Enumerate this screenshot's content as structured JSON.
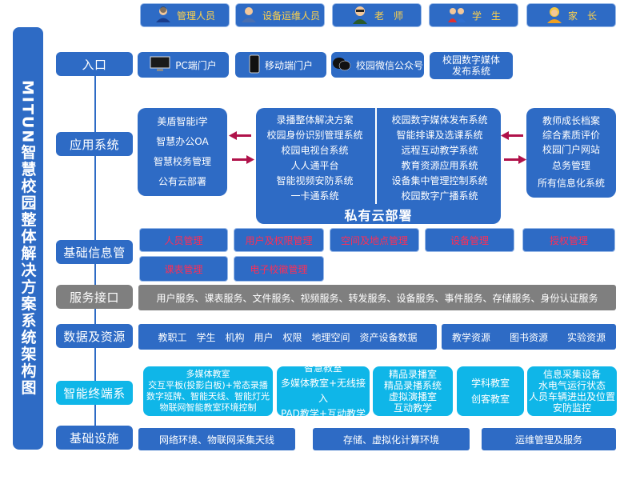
{
  "title": "MITUN智慧校园整体解决方案系统架构图",
  "roles": [
    "管理人员",
    "设备运维人员",
    "老　师",
    "学　生",
    "家　长"
  ],
  "rows": {
    "entry": "入口",
    "app": "应用系统",
    "basic": "基础信息管",
    "service": "服务接口",
    "data": "数据及资源",
    "terminal": "智能终端系",
    "infra": "基础设施"
  },
  "entry_items": [
    "PC端门户",
    "移动端门户",
    "校园微信公众号",
    "校园数字媒体\n发布系统"
  ],
  "app_left": [
    "美盾智能i学",
    "智慧办公OA",
    "智慧校务管理",
    "公有云部署"
  ],
  "app_mid_left": [
    "录播整体解决方案",
    "校园身份识别管理系统",
    "校园电视台系统",
    "人人通平台",
    "智能视频安防系统",
    "一卡通系统"
  ],
  "app_mid_right": [
    "校园数字媒体发布系统",
    "智能排课及选课系统",
    "远程互动教学系统",
    "教育资源应用系统",
    "设备集中管理控制系统",
    "校园数字广播系统"
  ],
  "private_cloud": "私有云部署",
  "app_right": [
    "教师成长档案",
    "综合素质评价",
    "校园门户网站",
    "总务管理",
    "所有信息化系统"
  ],
  "basic_items": [
    "人员管理",
    "用户及权限管理",
    "空间及地点管理",
    "设备管理",
    "授权管理",
    "课表管理",
    "电子校徽管理"
  ],
  "service_text": "用户服务、课表服务、文件服务、视频服务、转发服务、设备服务、事件服务、存储服务、身份认证服务",
  "data_left": "教职工　学生　机构　用户　权限　地理空间　资产设备数据",
  "data_right": "教学资源　　图书资源　　实验资源",
  "terminal_items": [
    [
      "多媒体教室",
      "交互平板(投影白板)+常态录播",
      "数字班牌、智能天线、智能灯光",
      "物联网智能教室环境控制"
    ],
    [
      "智慧教室",
      "多媒体教室+无线接入",
      "PAD教学+互动教学"
    ],
    [
      "精品录播室",
      "精品录播系统",
      "虚拟演播室",
      "互动教学"
    ],
    [
      "学科教室",
      "创客教室"
    ],
    [
      "信息采集设备",
      "水电气运行状态",
      "人员车辆进出及位置",
      "安防监控"
    ]
  ],
  "infra_items": [
    "网络环境、物联网采集天线",
    "存储、虚拟化计算环境",
    "运维管理及服务"
  ],
  "colors": {
    "blue": "#2e6bc5",
    "gray": "#7f7f7f",
    "cyan": "#0fb6e8",
    "red": "#ff2d55",
    "arrow": "#b0124a"
  }
}
